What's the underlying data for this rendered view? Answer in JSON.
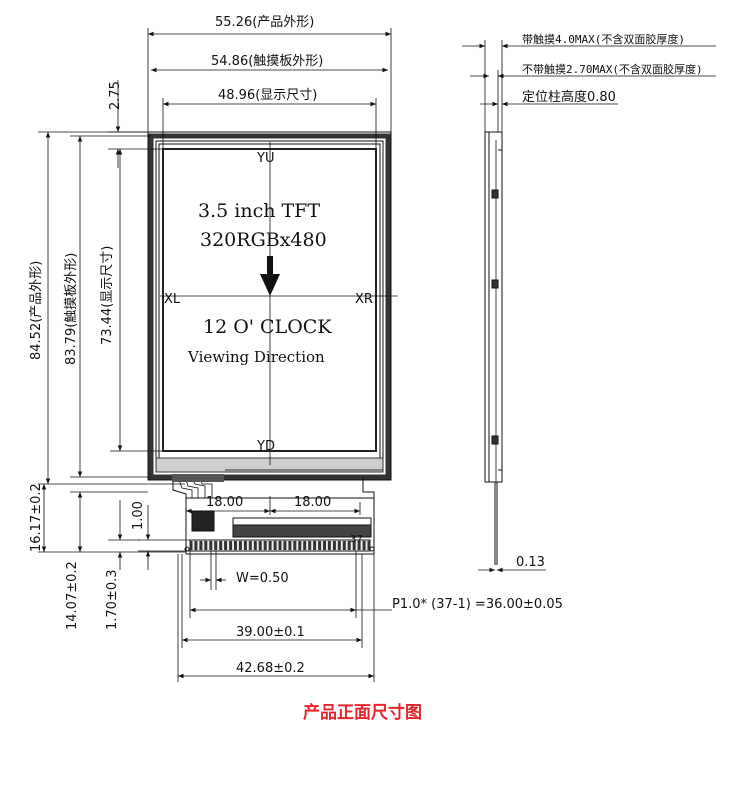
{
  "front_view": {
    "dim_product_width": "55.26(产品外形)",
    "dim_touch_width": "54.86(触摸板外形)",
    "dim_display_width": "48.96(显示尺寸)",
    "dim_top_gap": "2.75",
    "dim_product_height": "84.52(产品外形)",
    "dim_touch_height": "83.79(触摸板外形)",
    "dim_display_height": "73.44(显示尺寸)",
    "label_yu": "YU",
    "label_yd": "YD",
    "label_xl": "XL",
    "label_xr": "XR",
    "screen_line1": "3.5 inch TFT",
    "screen_line2": "320RGBx480",
    "screen_line3": "12 O' CLOCK",
    "screen_line4": "Viewing Direction"
  },
  "fpc": {
    "dim_left_18": "18.00",
    "dim_right_18": "18.00",
    "dim_1_00": "1.00",
    "pin_37": "37",
    "dim_fpc_length": "16.17±0.2",
    "dim_tail_length": "14.07±0.2",
    "dim_tail_1_70": "1.70±0.3",
    "dim_w": "W=0.50",
    "dim_pitch": "P1.0* (37-1) =36.00±0.05",
    "dim_39": "39.00±0.1",
    "dim_42": "42.68±0.2"
  },
  "side_view": {
    "note_with_touch": "带触摸4.0MAX(不含双面胶厚度)",
    "note_without_touch": "不带触摸2.70MAX(不含双面胶厚度)",
    "note_post_height": "定位柱高度0.80",
    "dim_013": "0.13"
  },
  "caption": "产品正面尺寸图"
}
